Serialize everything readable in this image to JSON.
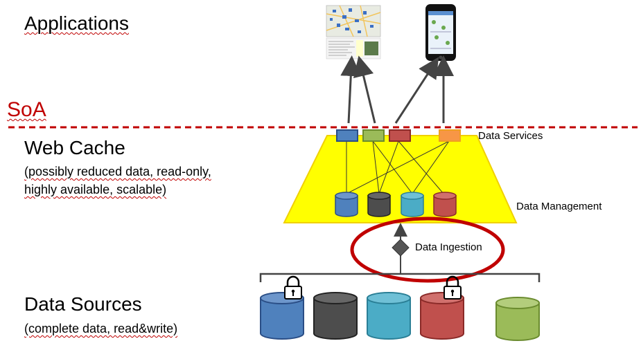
{
  "layers": {
    "applications": {
      "title": "Applications"
    },
    "soa": {
      "title": "SoA"
    },
    "web_cache": {
      "title": "Web Cache",
      "description_line1": "(possibly reduced data, read-only,",
      "description_line2": "highly available, scalable)"
    },
    "data_sources": {
      "title": "Data Sources",
      "description": "(complete data, read&write)"
    }
  },
  "components": {
    "data_services": "Data Services",
    "data_management": "Data Management",
    "data_ingestion": "Data Ingestion"
  },
  "colors": {
    "blue": "#4f81bd",
    "green": "#9bbb59",
    "red": "#c0504d",
    "orange": "#f79646",
    "dark": "#4d4d4d",
    "teal": "#4bacc6",
    "yellow": "#ffff00",
    "soa_red": "#c00000"
  }
}
